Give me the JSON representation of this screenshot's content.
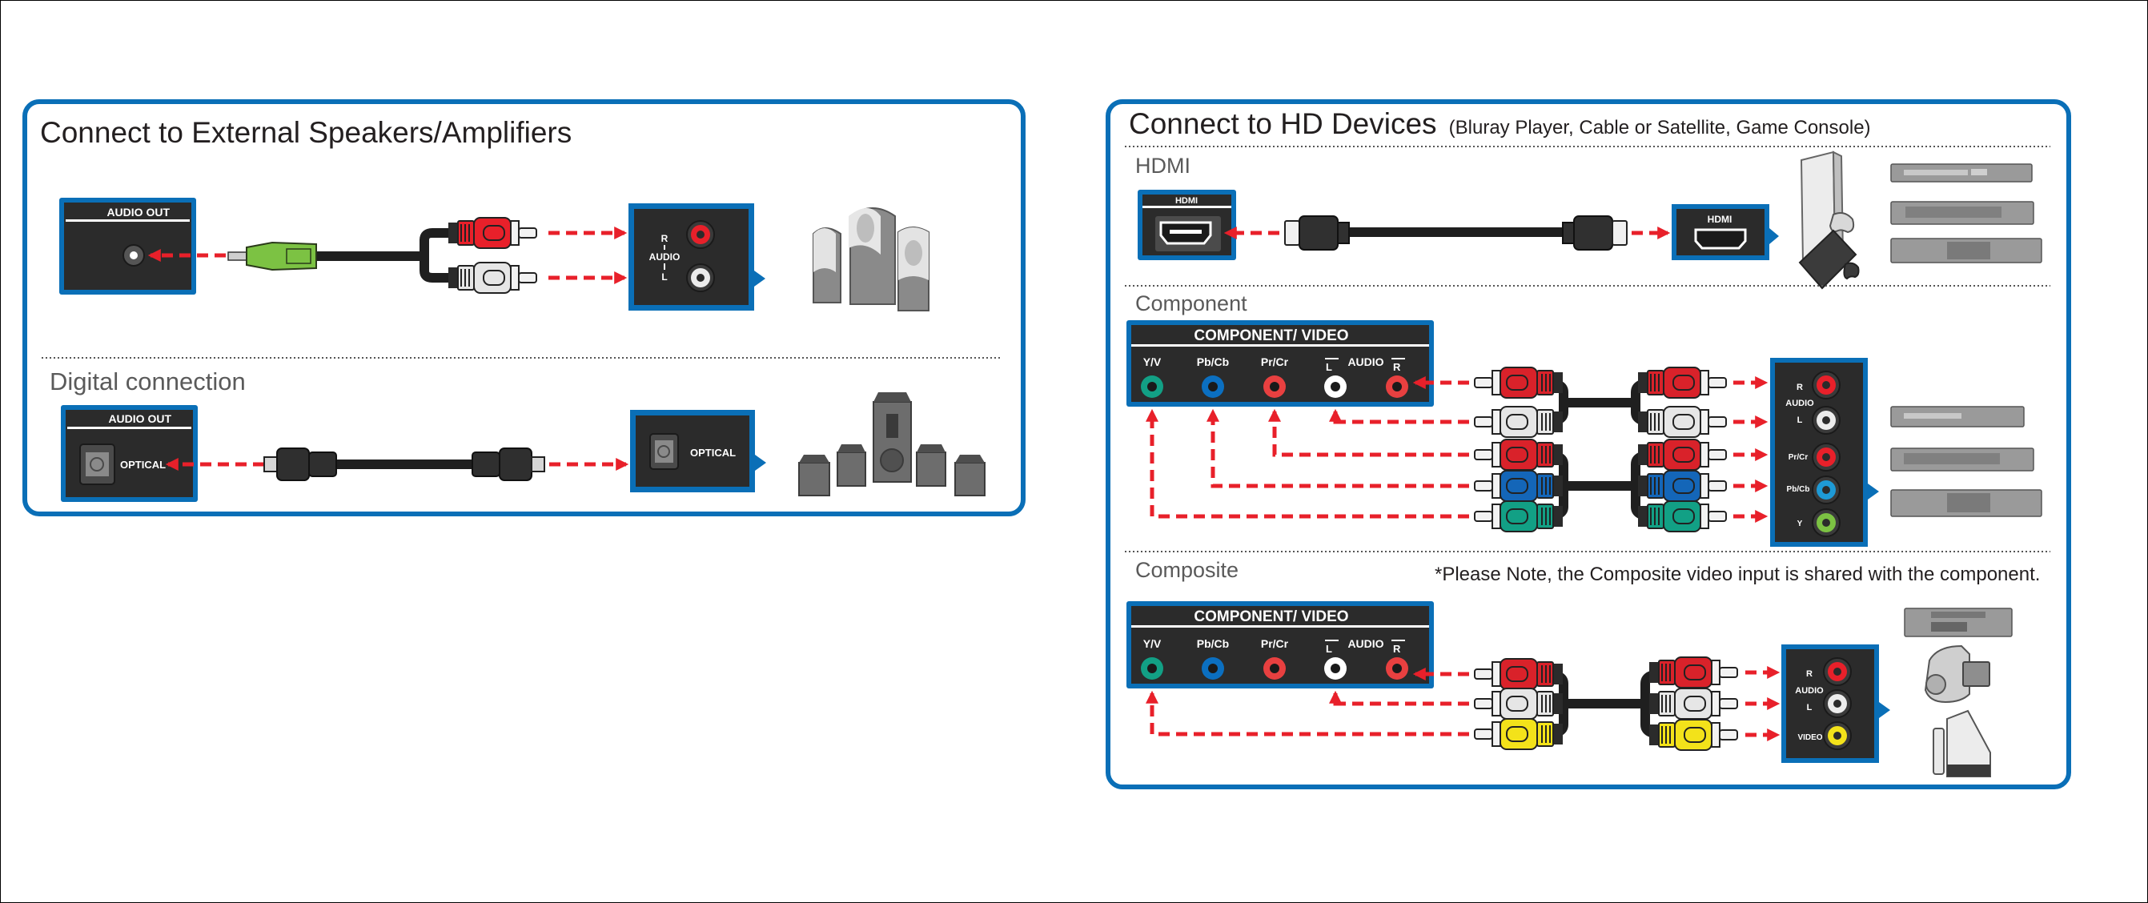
{
  "left_panel": {
    "title": "Connect to External Speakers/Amplifiers",
    "analog": {
      "source_box_label": "AUDIO OUT",
      "target_box": {
        "r_label": "R",
        "audio_label": "AUDIO",
        "l_label": "L"
      },
      "device_icon": "desktop-speakers-icon",
      "plug_colors": {
        "jack": "#7cc243",
        "right": "#e8202a",
        "left": "#e6e6e6"
      }
    },
    "digital": {
      "heading": "Digital connection",
      "source_box_label": "AUDIO OUT",
      "source_port_label": "OPTICAL",
      "target_port_label": "OPTICAL",
      "device_icon": "surround-speakers-icon"
    }
  },
  "right_panel": {
    "title": "Connect to HD Devices",
    "subtitle": "(Bluray Player, Cable or Satellite, Game Console)",
    "hdmi": {
      "heading": "HDMI",
      "source_box_label": "HDMI",
      "target_box_label": "HDMI",
      "devices": [
        "game-console-icon",
        "game-console-icon",
        "bluray-player-icon",
        "cable-box-icon",
        "satellite-receiver-icon"
      ]
    },
    "component": {
      "heading": "Component",
      "panel_title": "COMPONENT/ VIDEO",
      "jack_labels": [
        "Y/V",
        "Pb/Cb",
        "Pr/Cr",
        "L",
        "AUDIO",
        "R"
      ],
      "target_labels": {
        "r": "R",
        "audio": "AUDIO",
        "l": "L",
        "pr": "Pr/Cr",
        "pb": "Pb/Cb",
        "y": "Y"
      },
      "devices": [
        "bluray-player-icon",
        "cable-box-icon",
        "satellite-receiver-icon"
      ]
    },
    "composite": {
      "heading": "Composite",
      "note": "*Please Note, the Composite video input is shared with the component.",
      "panel_title": "COMPONENT/ VIDEO",
      "jack_labels": [
        "Y/V",
        "Pb/Cb",
        "Pr/Cr",
        "L",
        "AUDIO",
        "R"
      ],
      "target_labels": {
        "r": "R",
        "audio": "AUDIO",
        "l": "L",
        "video": "VIDEO"
      },
      "devices": [
        "vcr-icon",
        "camcorder-icon",
        "wii-console-icon"
      ]
    }
  },
  "colors": {
    "border_blue": "#0a6fb7",
    "box_dark": "#2b2b2b",
    "arrow_red": "#e8202a",
    "jack_green": "#12a085",
    "jack_blue": "#0b6fc0",
    "jack_red": "#e8202a",
    "jack_white": "#ffffff",
    "jack_yellow": "#f3e21a"
  }
}
